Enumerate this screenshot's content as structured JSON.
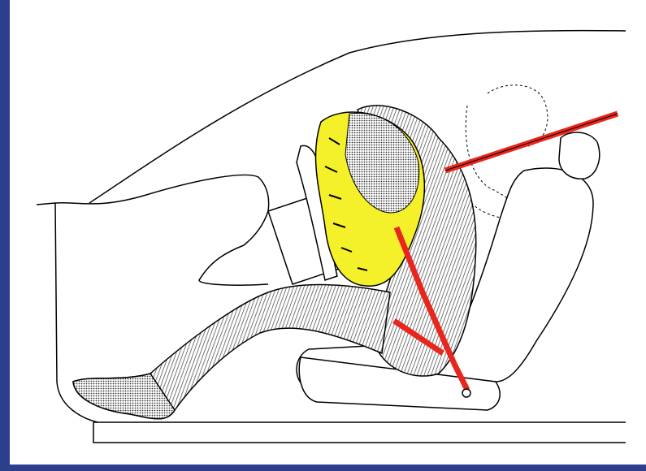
{
  "colors": {
    "background_left_strip": "#2b3f8c",
    "background_bottom_strip": "#2b3f8c",
    "page_background": "#ffffff",
    "line_art": "#000000",
    "occupant_hatch": "#8a8a8a",
    "airbag_fill": "#f4f02a",
    "airbag_dark": "#2a2a2a",
    "seatbelt": "#e8261d"
  },
  "illustration": {
    "subject": "crash-test-occupant-with-airbag-and-seatbelt",
    "elements": [
      "car-roof-outline",
      "dashboard",
      "steering-column",
      "airbag",
      "occupant",
      "seat",
      "headrest",
      "seatbelt",
      "floor"
    ]
  }
}
